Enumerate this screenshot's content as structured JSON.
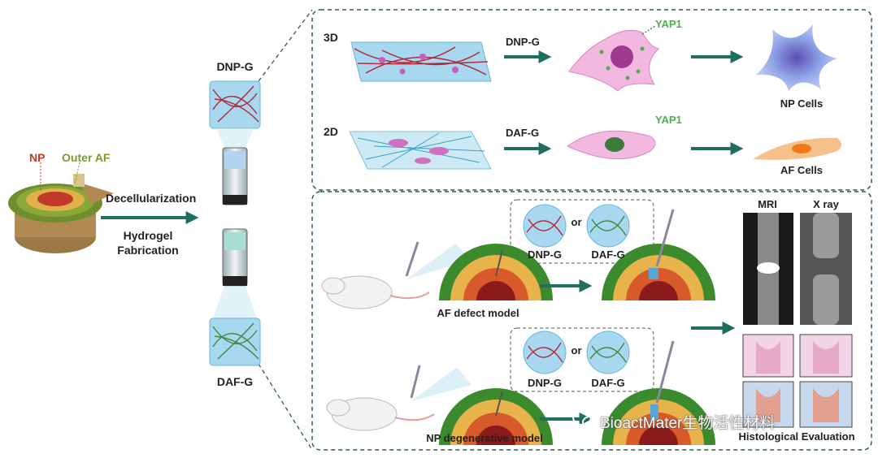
{
  "left": {
    "np_label": "NP",
    "outer_af_label": "Outer AF",
    "process_top": "Decellularization",
    "process_bottom_line1": "Hydrogel",
    "process_bottom_line2": "Fabrication",
    "dnp_g": "DNP-G",
    "daf_g": "DAF-G"
  },
  "top_panel": {
    "row1_dim": "3D",
    "row1_arrow": "DNP-G",
    "row1_marker": "YAP1",
    "row1_result": "NP Cells",
    "row2_dim": "2D",
    "row2_arrow": "DAF-G",
    "row2_marker": "YAP1",
    "row2_result": "AF Cells"
  },
  "bottom_panel": {
    "choice1_a": "DNP-G",
    "choice1_or": "or",
    "choice1_b": "DAF-G",
    "model1": "AF defect model",
    "choice2_a": "DNP-G",
    "choice2_or": "or",
    "choice2_b": "DAF-G",
    "model2": "NP degenerative model",
    "mri": "MRI",
    "xray": "X ray",
    "histo": "Histological Evaluation"
  },
  "watermark": "BioactMater生物活性材料",
  "colors": {
    "arrow": "#1f6f5c",
    "panel_border": "#2e5e4e",
    "np_red": "#c0392b",
    "af_green": "#7a9a2e"
  }
}
